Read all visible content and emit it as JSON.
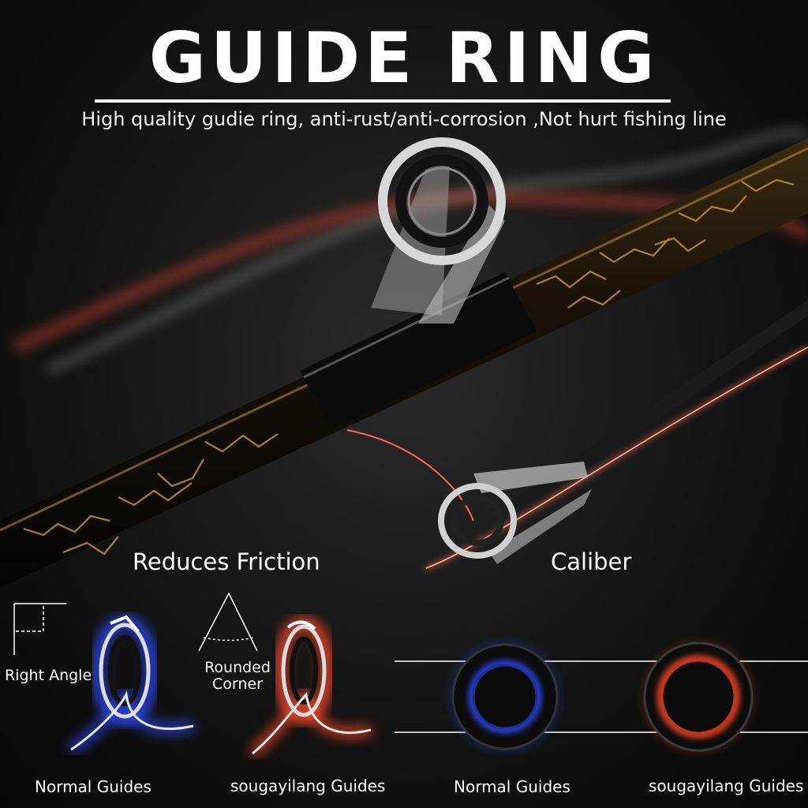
{
  "header": {
    "title": "GUIDE RING",
    "subtitle": "High quality gudie ring, anti-rust/anti-corrosion ,Not hurt fishing line"
  },
  "sections": {
    "friction": {
      "label": "Reduces Friction",
      "right_angle": "Right Angle",
      "rounded_corner_line1": "Rounded",
      "rounded_corner_line2": "Corner",
      "normal": "Normal Guides",
      "brand": "sougayilang Guides"
    },
    "caliber": {
      "label": "Caliber",
      "normal": "Normal Guides",
      "brand": "sougayilang Guides"
    }
  },
  "colors": {
    "normal_glow": "#2f4bff",
    "brand_glow": "#ff4a2a",
    "rod_gold": "#c9962a"
  }
}
